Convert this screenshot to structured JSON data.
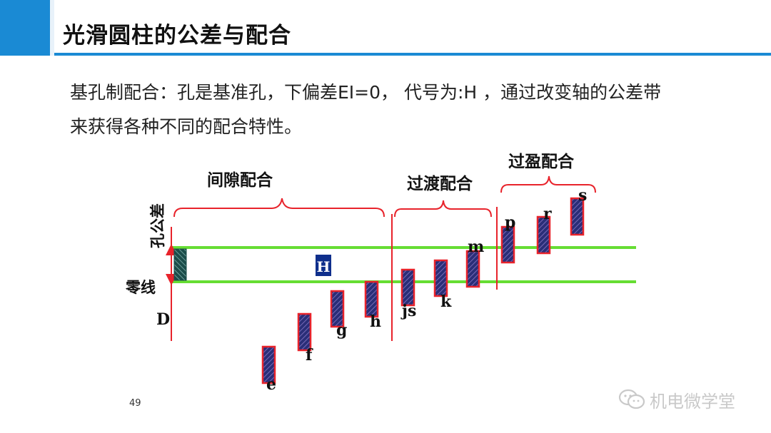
{
  "title": "光滑圆柱的公差与配合",
  "intro": {
    "line1": "基孔制配合：孔是基准孔，下偏差EI=0， 代号为:H ，通过改变轴的公差带",
    "line2": "来获得各种不同的配合特性。"
  },
  "diagram": {
    "groups": {
      "clearance": "间隙配合",
      "transition": "过渡配合",
      "interference": "过盈配合"
    },
    "side_labels": {
      "hole_tolerance": "孔公差",
      "zero_line": "零线",
      "D": "D"
    },
    "hole_label": "H",
    "shaft_letters": [
      "e",
      "f",
      "g",
      "h",
      "js",
      "k",
      "m",
      "p",
      "r",
      "s"
    ]
  },
  "page_number": "49",
  "watermark": "机电微学堂",
  "colors": {
    "accent": "#1a8ad4",
    "green_line": "#66dd33",
    "red": "#e8232b",
    "navy": "#2a2e78",
    "hole_hatch": "#1b4d4a",
    "h_badge": "#0f2f8c"
  }
}
